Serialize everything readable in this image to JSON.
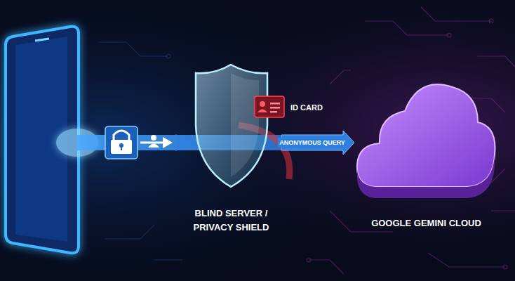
{
  "diagram": {
    "nodes": [
      {
        "text": [
          "BLIND SERVER / PRIVACY SHIELD"
        ]
      },
      {
        "text": [
          "ID CARD"
        ]
      },
      {
        "text": [
          "GOOGLE GEMINI CLOUD"
        ]
      }
    ],
    "edges": [
      {
        "from": 0,
        "to": 2,
        "label": "ANONYMOUS QUERY",
        "arrow": "to"
      }
    ]
  }
}
